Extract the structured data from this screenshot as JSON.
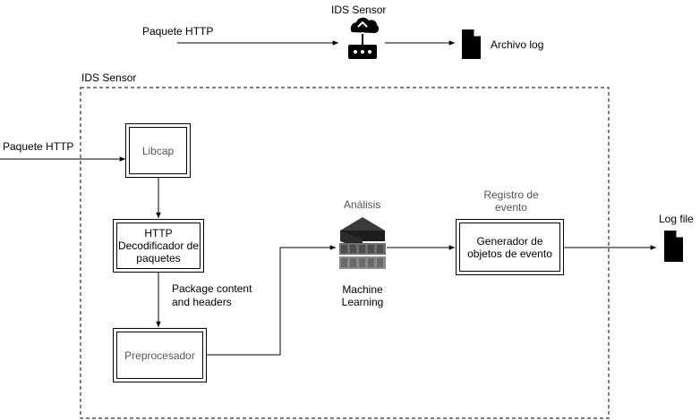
{
  "top": {
    "sensor_title": "IDS Sensor",
    "input_label": "Paquete HTTP",
    "output_label": "Archivo log",
    "sensor_icon": "router-cloud-icon",
    "file_icon": "document-icon"
  },
  "container": {
    "title": "IDS Sensor"
  },
  "flow": {
    "input_label": "Paquete HTTP",
    "libcap": "Libcap",
    "decoder_line1": "HTTP",
    "decoder_line2": "Decodificador de",
    "decoder_line3": "paquetes",
    "package_line1": "Package content",
    "package_line2": "and headers",
    "preprocesador": "Preprocesador",
    "analysis_title": "Análisis",
    "ml_line1": "Machine",
    "ml_line2": "Learning",
    "ml_icon": "machine-learning-stack-icon",
    "registro_line1": "Registro de",
    "registro_line2": "evento",
    "generator_line1": "Generador de",
    "generator_line2": "objetos de evento",
    "output_label": "Log file",
    "output_icon": "document-icon"
  }
}
